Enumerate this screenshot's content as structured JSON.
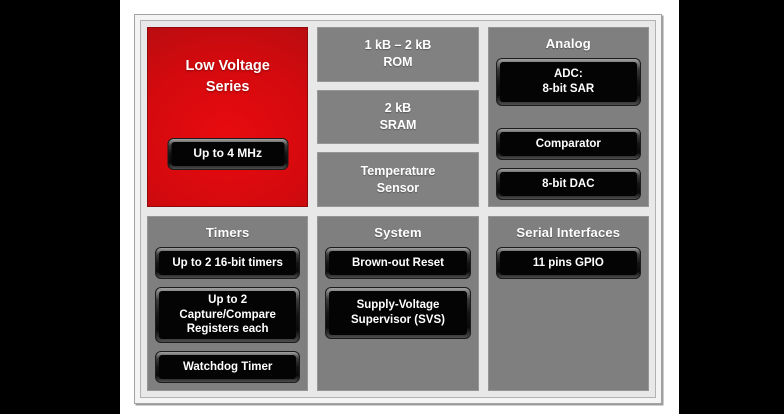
{
  "colors": {
    "canvas_black": "#000000",
    "slide_white": "#ffffff",
    "accent_red": "#d40a0e",
    "panel_gray": "#7f7f7f",
    "button_black": "#040404",
    "text_white": "#ffffff",
    "frame_gray": "#e8e8e8"
  },
  "low_voltage": {
    "title": "Low Voltage\nSeries",
    "clock_button": "Up to 4 MHz"
  },
  "memory": {
    "blocks": [
      "1 kB – 2 kB\nROM",
      "2 kB\nSRAM",
      "Temperature\nSensor"
    ]
  },
  "analog": {
    "header": "Analog",
    "buttons": [
      "ADC:\n8-bit SAR",
      "Comparator",
      "8-bit DAC"
    ]
  },
  "timers": {
    "header": "Timers",
    "buttons": [
      "Up to 2 16-bit timers",
      "Up to 2\nCapture/Compare\nRegisters each",
      "Watchdog Timer"
    ]
  },
  "system": {
    "header": "System",
    "buttons": [
      "Brown-out Reset",
      "Supply-Voltage\nSupervisor (SVS)"
    ]
  },
  "serial": {
    "header": "Serial Interfaces",
    "buttons": [
      "11 pins GPIO"
    ]
  }
}
